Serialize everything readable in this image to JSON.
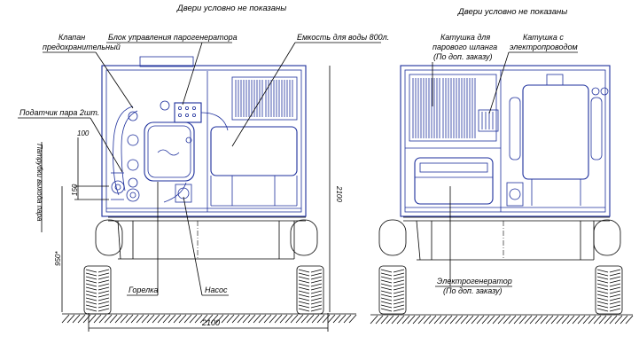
{
  "left_view": {
    "title": "Двери условно не показаны",
    "labels": {
      "valve": "Клапан предохранительный",
      "steam_block": "Блок управления парогенератора",
      "water_tank": "Емкость для воды 800л.",
      "steam_supply": "Податчик пара 2шт.",
      "burner": "Горелка",
      "pump": "Насос",
      "hose_outlets": "Патрубки выхода пара"
    },
    "dimensions": {
      "d100": "100",
      "d150": "150",
      "d950": "950*",
      "d2100_height": "2100",
      "d2100_width": "2100"
    }
  },
  "right_view": {
    "title": "Двери условно не показаны",
    "labels": {
      "reel_steam": "Катушка для парового шланга (По доп. заказу)",
      "reel_cable": "Катушка с электропроводом",
      "generator": "Электрогенератор (По доп. заказу)"
    }
  },
  "colors": {
    "drawing_blue": "#1d2f9c",
    "outline": "#000000",
    "background": "#ffffff"
  }
}
